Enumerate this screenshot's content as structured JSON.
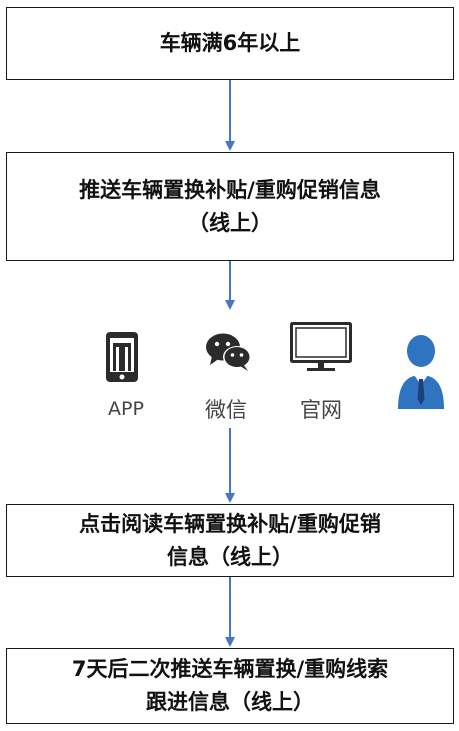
{
  "steps": [
    {
      "line1": "车辆满6年以上",
      "line2": ""
    },
    {
      "line1": "推送车辆置换补贴/重购促销信息",
      "line2": "（线上）"
    },
    {
      "line1": "点击阅读车辆置换补贴/重购促销",
      "line2": "信息（线上）"
    },
    {
      "line1": "7天后二次推送车辆置换/重购线索",
      "line2": "跟进信息（线上）"
    }
  ],
  "channels": [
    {
      "label": "APP",
      "icon": "phone-icon"
    },
    {
      "label": "微信",
      "icon": "wechat-icon"
    },
    {
      "label": "官网",
      "icon": "monitor-icon"
    },
    {
      "label": "",
      "icon": "salesperson-icon"
    }
  ],
  "colors": {
    "arrow": "#4a74c4",
    "icon_dark": "#2b2b2b",
    "person_blue": "#2f74c0"
  }
}
